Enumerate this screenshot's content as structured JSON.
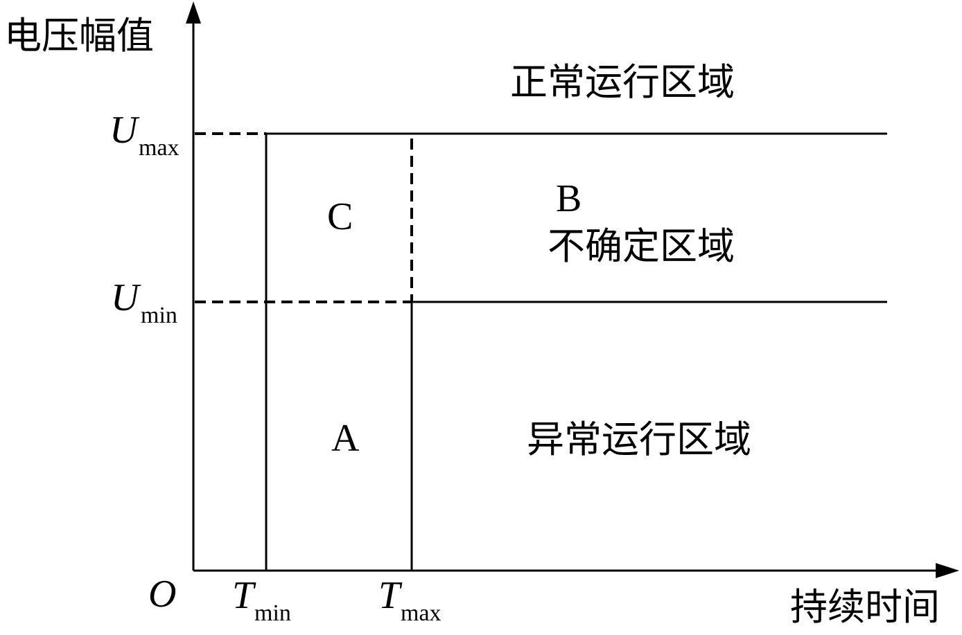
{
  "axes": {
    "y_label": "电压幅值",
    "x_label": "持续时间",
    "origin_label": "O"
  },
  "thresholds": {
    "u_max": {
      "symbol": "U",
      "subscript": "max"
    },
    "u_min": {
      "symbol": "U",
      "subscript": "min"
    },
    "t_min": {
      "symbol": "T",
      "subscript": "min"
    },
    "t_max": {
      "symbol": "T",
      "subscript": "max"
    }
  },
  "regions": {
    "normal": {
      "label": "正常运行区域"
    },
    "uncertain": {
      "letter": "B",
      "label": "不确定区域"
    },
    "c": {
      "letter": "C"
    },
    "a": {
      "letter": "A"
    },
    "abnormal": {
      "label": "异常运行区域"
    }
  }
}
